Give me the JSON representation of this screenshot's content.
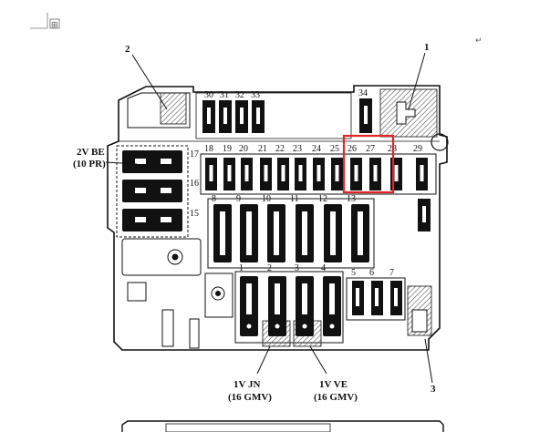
{
  "callouts": {
    "c1": "1",
    "c2": "2",
    "c3": "3"
  },
  "fuse_top_row": [
    "30",
    "31",
    "32",
    "33"
  ],
  "fuse_34": "34",
  "fuse_middle_row": [
    "18",
    "19",
    "20",
    "21",
    "22",
    "23",
    "24",
    "25",
    "26",
    "27",
    "28",
    "29"
  ],
  "relay_numbers": [
    "17",
    "16",
    "15"
  ],
  "maxi_fuse_row": [
    "8",
    "9",
    "10",
    "11",
    "12",
    "13"
  ],
  "lower_fuses": [
    "5",
    "6",
    "7"
  ],
  "lower_connector_numbers": [
    "1",
    "2",
    "3",
    "4"
  ],
  "connectors": {
    "left": {
      "line1": "2V BE",
      "line2": "(10 PR)"
    },
    "jn": {
      "line1": "1V JN",
      "line2": "(16 GMV)"
    },
    "ve": {
      "line1": "1V VE",
      "line2": "(16 GMV)"
    }
  },
  "highlight_color": "#e0262b",
  "editor_marks": {
    "move_handle": "⊞",
    "return_mark": "↵"
  }
}
